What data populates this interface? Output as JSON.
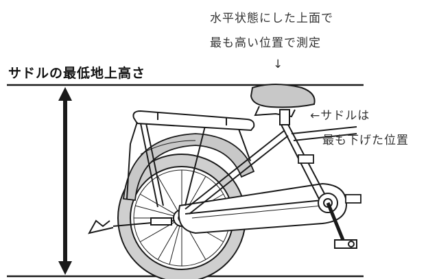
{
  "title": "サドルの最低地上高さ",
  "note_top": {
    "line1": "水平状態にした上面で",
    "line2": "最も高い位置で測定",
    "arrow": "↓"
  },
  "note_right": {
    "line1": "←サドルは",
    "line2": "最も下げた位置"
  },
  "colors": {
    "line": "#1a1a1a",
    "tire_gray": "#cfcfcf",
    "saddle_gray": "#c8c8c8",
    "frame": "#ffffff"
  }
}
